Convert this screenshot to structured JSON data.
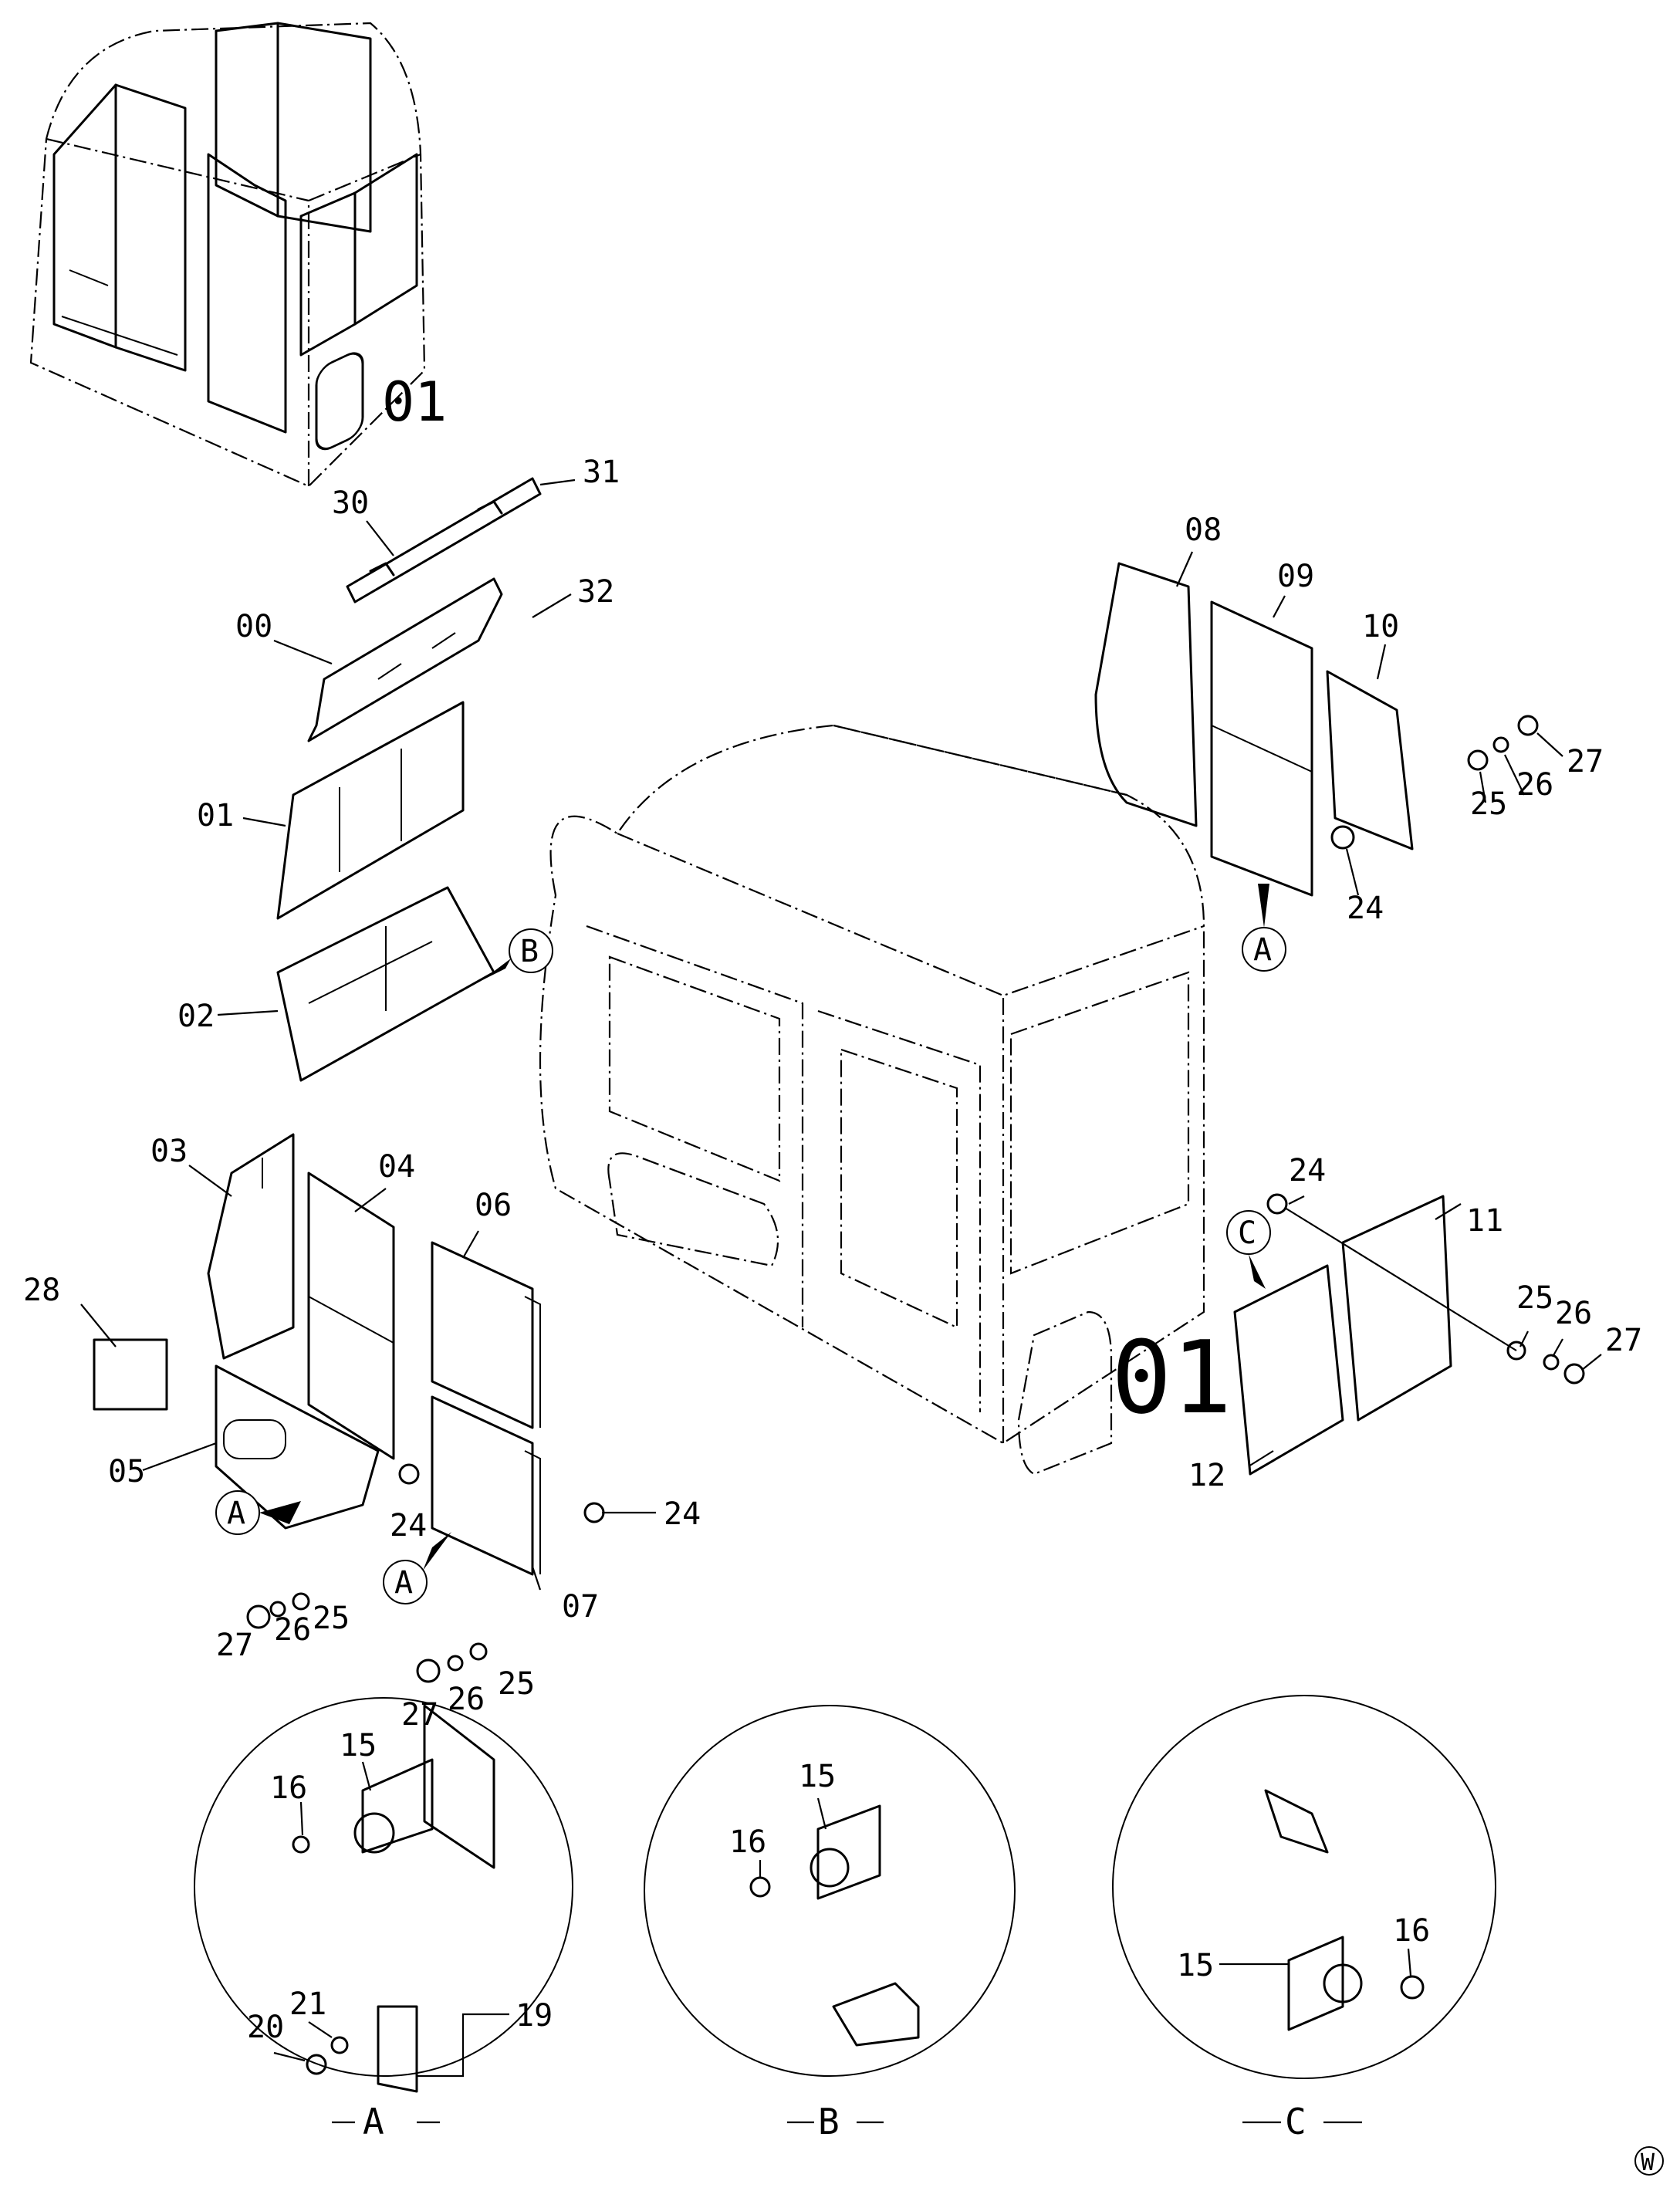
{
  "cab_logo": "01",
  "mark": "W",
  "parts": {
    "p00": "00",
    "p01": "01",
    "p02": "02",
    "p03": "03",
    "p04": "04",
    "p05": "05",
    "p06": "06",
    "p07": "07",
    "p08": "08",
    "p09": "09",
    "p10": "10",
    "p11": "11",
    "p12": "12",
    "p15": "15",
    "p16": "16",
    "p19": "19",
    "p20": "20",
    "p21": "21",
    "p24": "24",
    "p25": "25",
    "p26": "26",
    "p27": "27",
    "p28": "28",
    "p30": "30",
    "p31": "31",
    "p32": "32"
  },
  "callouts": {
    "a": "A",
    "b": "B",
    "c": "C"
  },
  "details": {
    "a": "A",
    "b": "B",
    "c": "C"
  }
}
